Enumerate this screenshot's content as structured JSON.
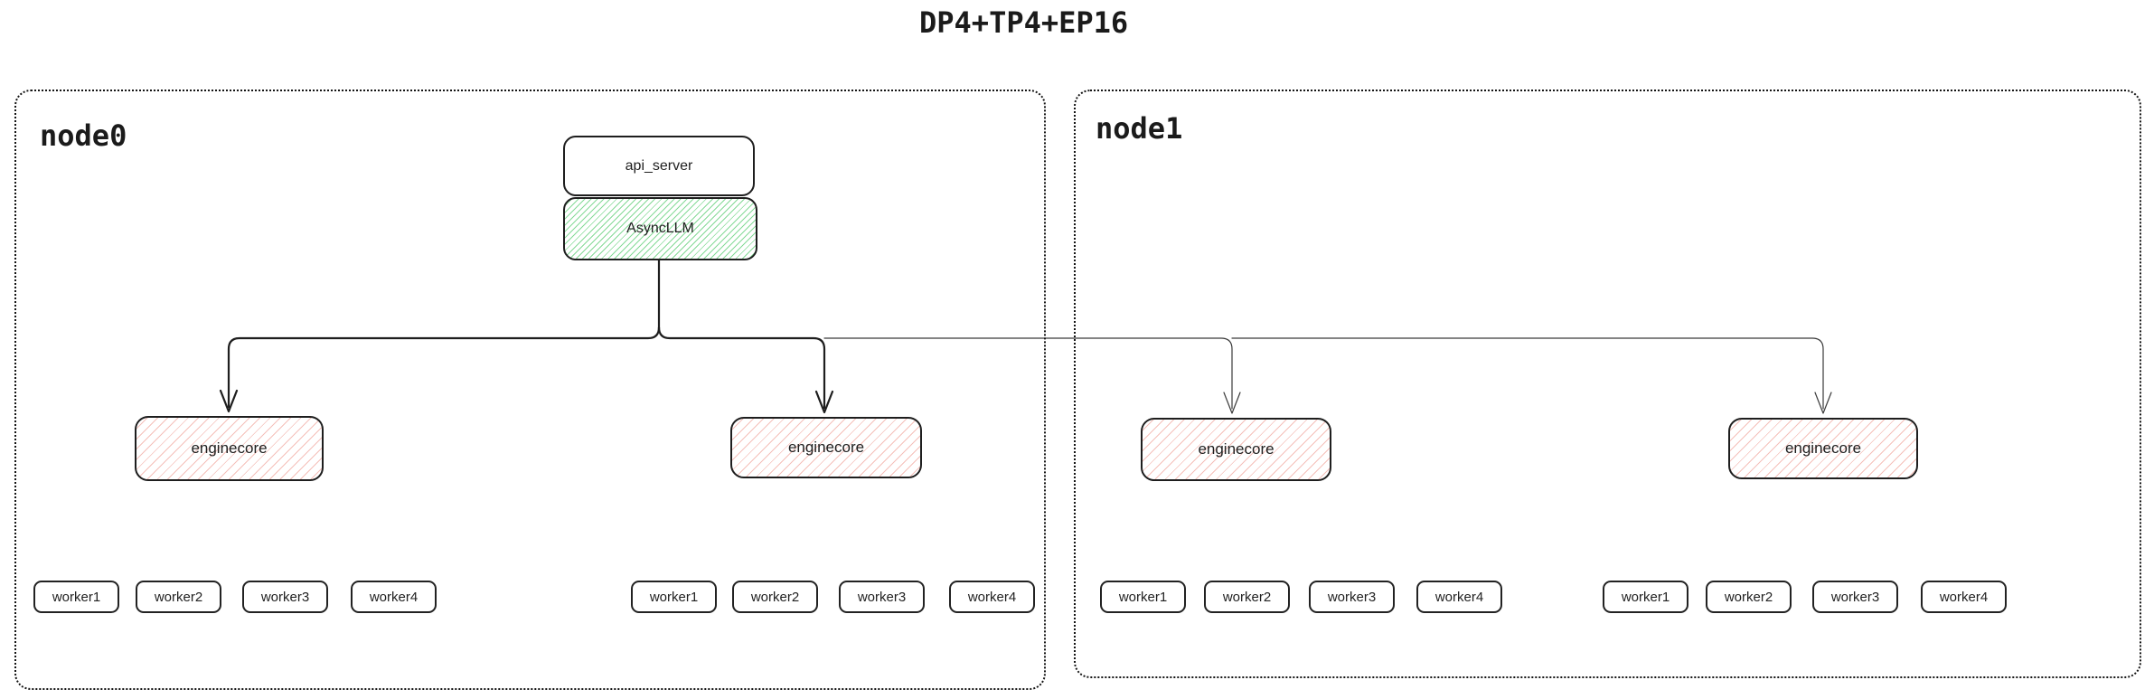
{
  "title": "DP4+TP4+EP16",
  "colors": {
    "border": "#1e1e1e",
    "green_hatch": "#78d68c",
    "pink_hatch": "#ee968c",
    "thick_line": "#1e1e1e",
    "thin_line": "#3a3a3a"
  },
  "nodes": [
    {
      "label": "node0",
      "api_server_label": "api_server",
      "asyncllm_label": "AsyncLLM",
      "enginecores": [
        {
          "label": "enginecore",
          "workers": [
            "worker1",
            "worker2",
            "worker3",
            "worker4"
          ]
        },
        {
          "label": "enginecore",
          "workers": [
            "worker1",
            "worker2",
            "worker3",
            "worker4"
          ]
        }
      ]
    },
    {
      "label": "node1",
      "enginecores": [
        {
          "label": "enginecore",
          "workers": [
            "worker1",
            "worker2",
            "worker3",
            "worker4"
          ]
        },
        {
          "label": "enginecore",
          "workers": [
            "worker1",
            "worker2",
            "worker3",
            "worker4"
          ]
        }
      ]
    }
  ]
}
